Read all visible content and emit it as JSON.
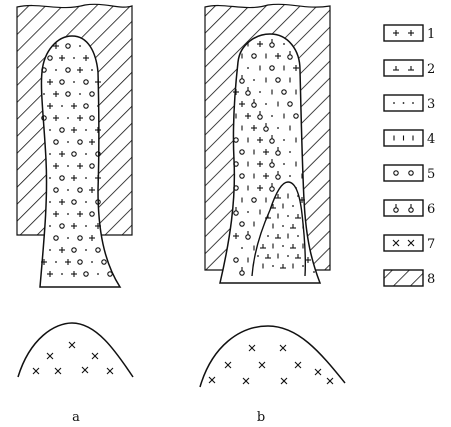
{
  "panels": [
    {
      "id": "a",
      "caption": "a"
    },
    {
      "id": "b",
      "caption": "b"
    }
  ],
  "legend": [
    {
      "number": "1",
      "pattern": "plus-signs"
    },
    {
      "number": "2",
      "pattern": "inverted-t-signs"
    },
    {
      "number": "3",
      "pattern": "dots"
    },
    {
      "number": "4",
      "pattern": "short-dashes"
    },
    {
      "number": "5",
      "pattern": "small-circles"
    },
    {
      "number": "6",
      "pattern": "circle-on-stem"
    },
    {
      "number": "7",
      "pattern": "crosses"
    },
    {
      "number": "8",
      "pattern": "diagonal-hatching"
    }
  ]
}
